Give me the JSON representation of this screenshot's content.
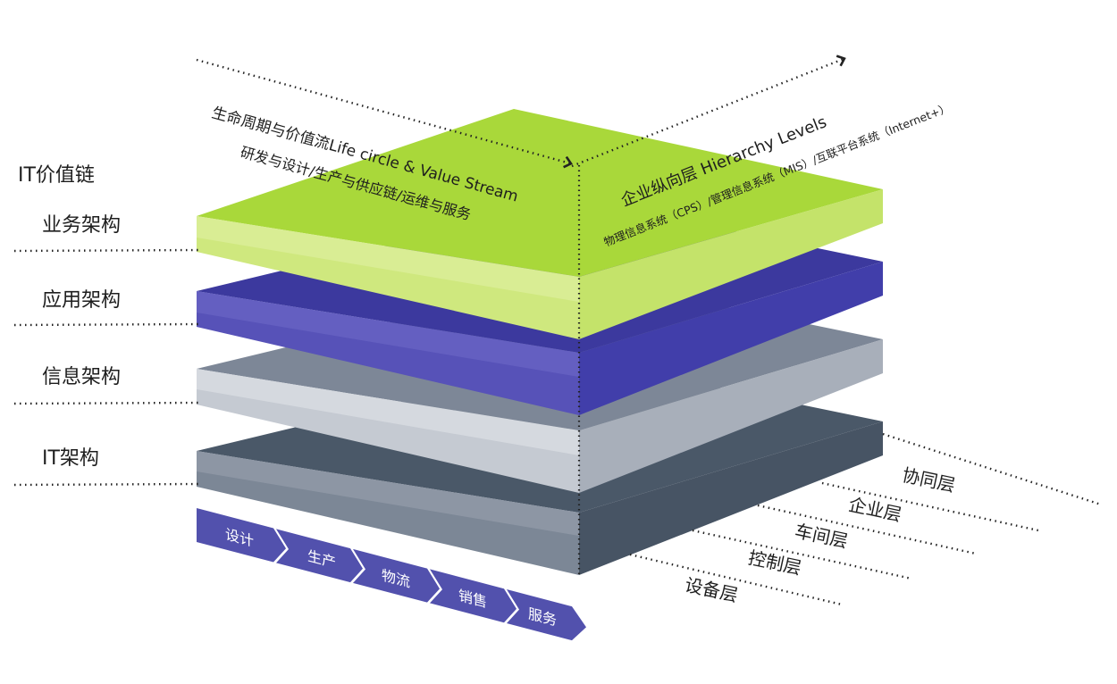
{
  "diagram": {
    "left_title": "IT价值链",
    "left_labels": [
      "业务架构",
      "应用架构",
      "信息架构",
      "IT架构"
    ],
    "lifecycle": {
      "title": "生命周期与价值流Life circle & Value Stream",
      "subtitle": "研发与设计/生产与供应链/运维与服务"
    },
    "hierarchy": {
      "title": "企业纵向层 Hierarchy Levels",
      "subtitle": "物理信息系统（CPS）/管理信息系统（MIS）/互联平台系统（Internet+）"
    },
    "right_labels": [
      "协同层",
      "企业层",
      "车间层",
      "控制层",
      "设备层"
    ],
    "process_steps": [
      "设计",
      "生产",
      "物流",
      "销售",
      "服务"
    ],
    "colors": {
      "business": "#a8d83c",
      "application": "#4a47ac",
      "information": "#7f8898",
      "it": "#4e5b6b",
      "process": "#5251ad",
      "line": "#222222"
    }
  }
}
